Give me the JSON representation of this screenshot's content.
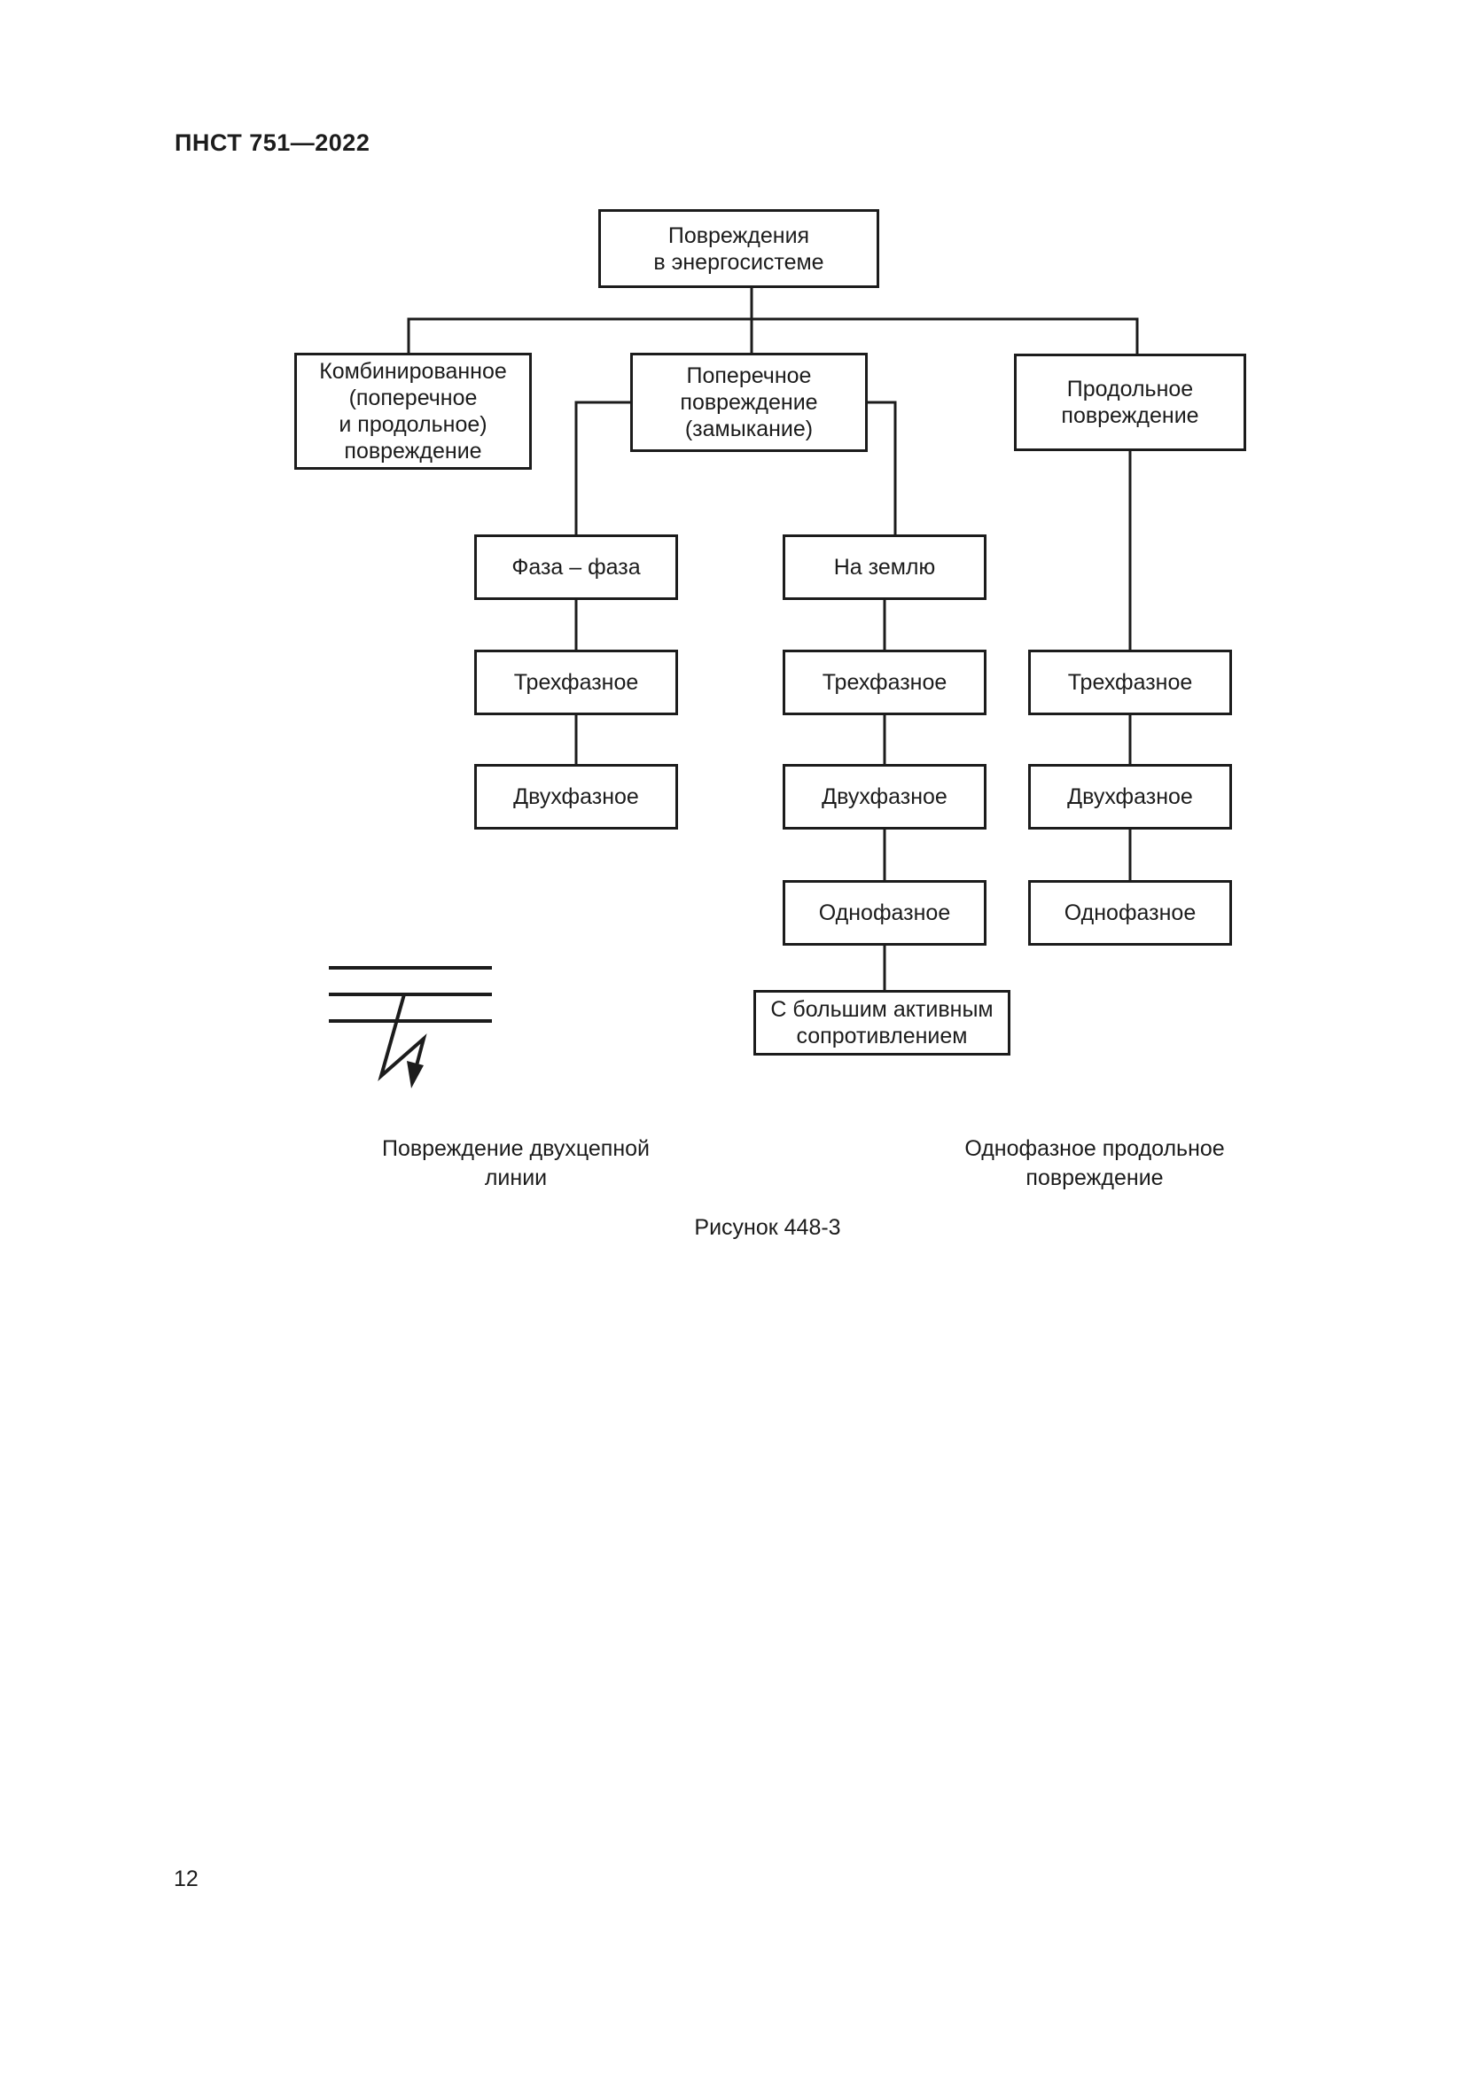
{
  "document": {
    "header": "ПНСТ 751—2022",
    "figure_caption": "Рисунок 448-3",
    "page_number": "12"
  },
  "colors": {
    "ink": "#1c1c1c",
    "background": "#ffffff"
  },
  "diagram": {
    "nodes": {
      "root": [
        "Повреждения",
        "в энергосистеме"
      ],
      "combined": [
        "Комбинированное",
        "(поперечное",
        "и продольное)",
        "повреждение"
      ],
      "transverse": [
        "Поперечное",
        "повреждение",
        "(замыкание)"
      ],
      "longitudinal": [
        "Продольное",
        "повреждение"
      ],
      "phase_phase": "Фаза – фаза",
      "to_ground": "На землю",
      "three_phase_a": "Трехфазное",
      "three_phase_b": "Трехфазное",
      "three_phase_c": "Трехфазное",
      "two_phase_a": "Двухфазное",
      "two_phase_b": "Двухфазное",
      "two_phase_c": "Двухфазное",
      "single_phase_b": "Однофазное",
      "single_phase_c": "Однофазное",
      "high_resistance": [
        "С большим активным",
        "сопротивлением"
      ]
    },
    "captions": {
      "left": [
        "Повреждение двухцепной",
        "линии"
      ],
      "right": [
        "Однофазное продольное",
        "повреждение"
      ]
    },
    "symbol": "double-circuit-line-fault-icon"
  }
}
